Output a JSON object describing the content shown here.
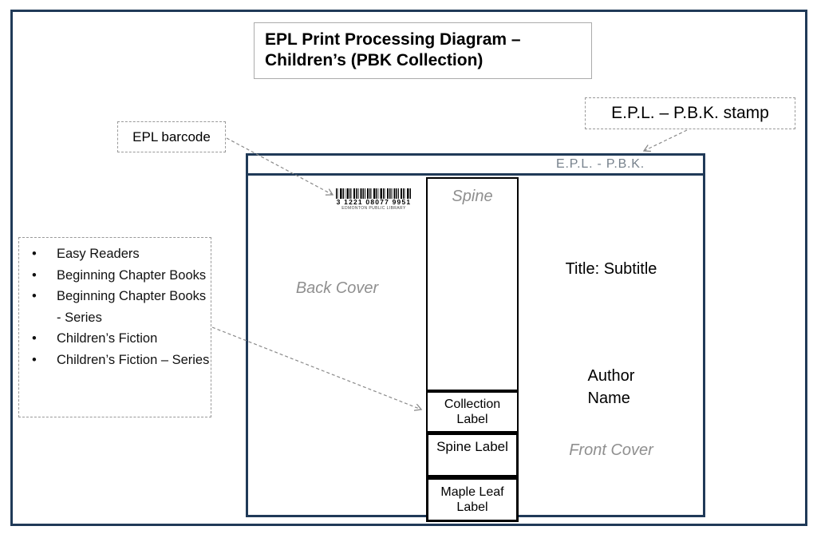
{
  "slide": {
    "title_line1": "EPL Print Processing Diagram –",
    "title_line2": "Children’s (PBK Collection)"
  },
  "callouts": {
    "stamp_label": "E.P.L. – P.B.K. stamp",
    "barcode_label": "EPL barcode",
    "bullet_char": "•",
    "collections_list": [
      "Easy Readers",
      "Beginning Chapter Books",
      "Beginning Chapter Books - Series",
      "Children’s Fiction",
      "Children’s Fiction – Series"
    ]
  },
  "book": {
    "stamp_strip_text": "E.P.L. - P.B.K.",
    "back_cover_label": "Back Cover",
    "spine_area_label": "Spine",
    "barcode": {
      "number": "3 1221 08077 9951",
      "caption": "EDMONTON PUBLIC LIBRARY"
    },
    "spine_stack": {
      "collection_label": "Collection Label",
      "spine_label": "Spine Label",
      "maple_leaf_label": "Maple Leaf Label"
    },
    "front_cover": {
      "title": "Title: Subtitle",
      "author_line1": "Author",
      "author_line2": "Name",
      "label": "Front Cover"
    }
  },
  "colors": {
    "frame_navy": "#203a58",
    "ghost_gray": "#8f8f8f",
    "strip_gray": "#76818c",
    "arrow_gray": "#8a8a8a"
  }
}
